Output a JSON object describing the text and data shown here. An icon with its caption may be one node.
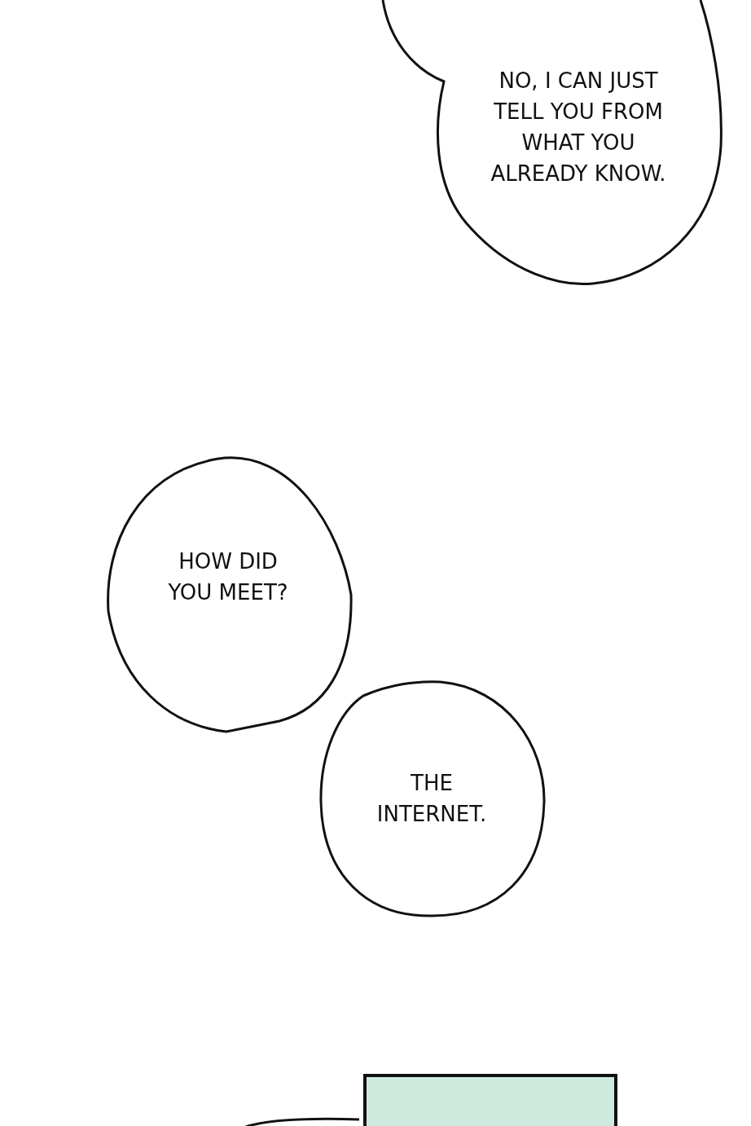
{
  "diagram": {
    "nodes": [
      {
        "text": [
          "NO, I CAN JUST TELL YOU FROM WHAT YOU ALREADY KNOW."
        ]
      },
      {
        "text": [
          "HOW DID YOU MEET?"
        ]
      },
      {
        "text": [
          "THE INTERNET."
        ]
      },
      {
        "text": [],
        "shape": "circle"
      }
    ]
  }
}
